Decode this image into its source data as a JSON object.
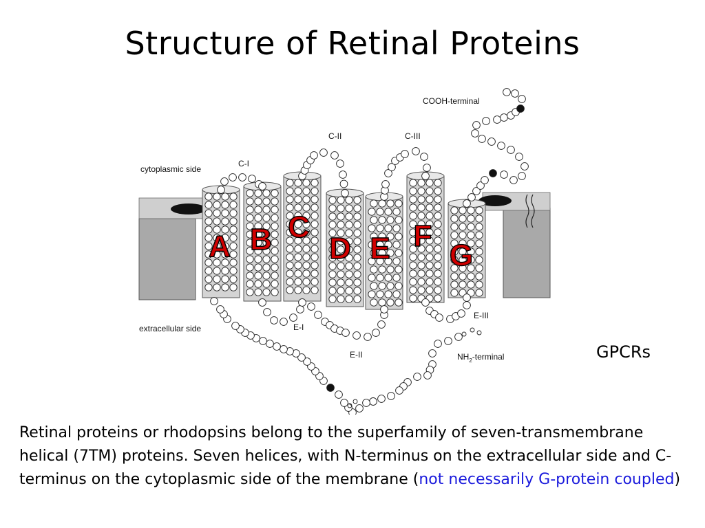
{
  "title": "Structure of Retinal Proteins",
  "figure": {
    "labels": {
      "cytoplasmic": "cytoplasmic side",
      "extracellular": "extracellular side",
      "cooh": "COOH-terminal",
      "nh2_main": "NH",
      "nh2_sub": "2",
      "nh2_rest": "-terminal",
      "c1": "C-I",
      "c2": "C-II",
      "c3": "C-III",
      "e1": "E-I",
      "e2": "E-II",
      "e3": "E-III"
    },
    "helices": [
      "A",
      "B",
      "C",
      "D",
      "E",
      "F",
      "G"
    ],
    "colors": {
      "helix_letter": "#d00000",
      "membrane": "#9e9e9e",
      "helix_body": "#d4d4d4"
    }
  },
  "caption": "GPCRs",
  "body": {
    "text_before": "Retinal proteins or rhodopsins belong to the superfamily of seven-transmembrane helical (7TM) proteins.  Seven helices, with N-terminus on the extracellular side and C-terminus on the cytoplasmic side of the membrane (",
    "highlight": "not necessarily G-protein coupled",
    "text_after": ")",
    "highlight_color": "#1a1adc"
  }
}
